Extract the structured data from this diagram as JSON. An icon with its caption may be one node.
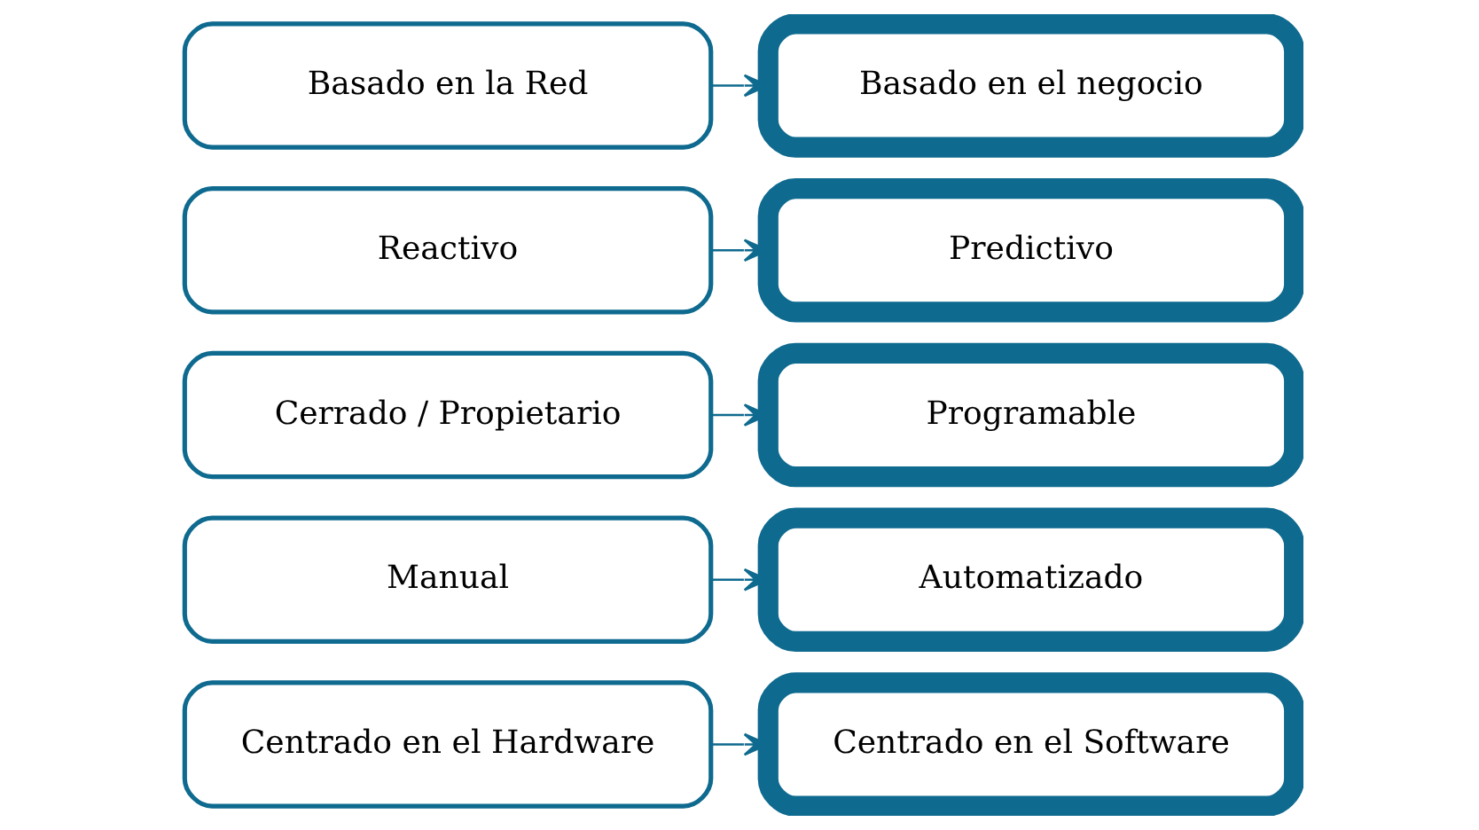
{
  "diagram": {
    "nodes": [
      {
        "text": [
          "Centrado en el Hardware"
        ]
      },
      {
        "text": [
          "Centrado en el Software"
        ]
      },
      {
        "text": [
          "Manual"
        ]
      },
      {
        "text": [
          "Automatizado"
        ]
      },
      {
        "text": [
          "Cerrado / Propietario"
        ]
      },
      {
        "text": [
          "Programable"
        ]
      },
      {
        "text": [
          "Reactivo"
        ]
      },
      {
        "text": [
          "Predictivo"
        ]
      },
      {
        "text": [
          "Basado en la Red"
        ]
      },
      {
        "text": [
          "Basado en el negocio"
        ]
      }
    ],
    "edges": [
      {
        "from": 0,
        "to": 1,
        "arrow": "to"
      },
      {
        "from": 2,
        "to": 3,
        "arrow": "to"
      },
      {
        "from": 4,
        "to": 5,
        "arrow": "to"
      },
      {
        "from": 6,
        "to": 7,
        "arrow": "to"
      },
      {
        "from": 8,
        "to": 9,
        "arrow": "to"
      }
    ]
  }
}
